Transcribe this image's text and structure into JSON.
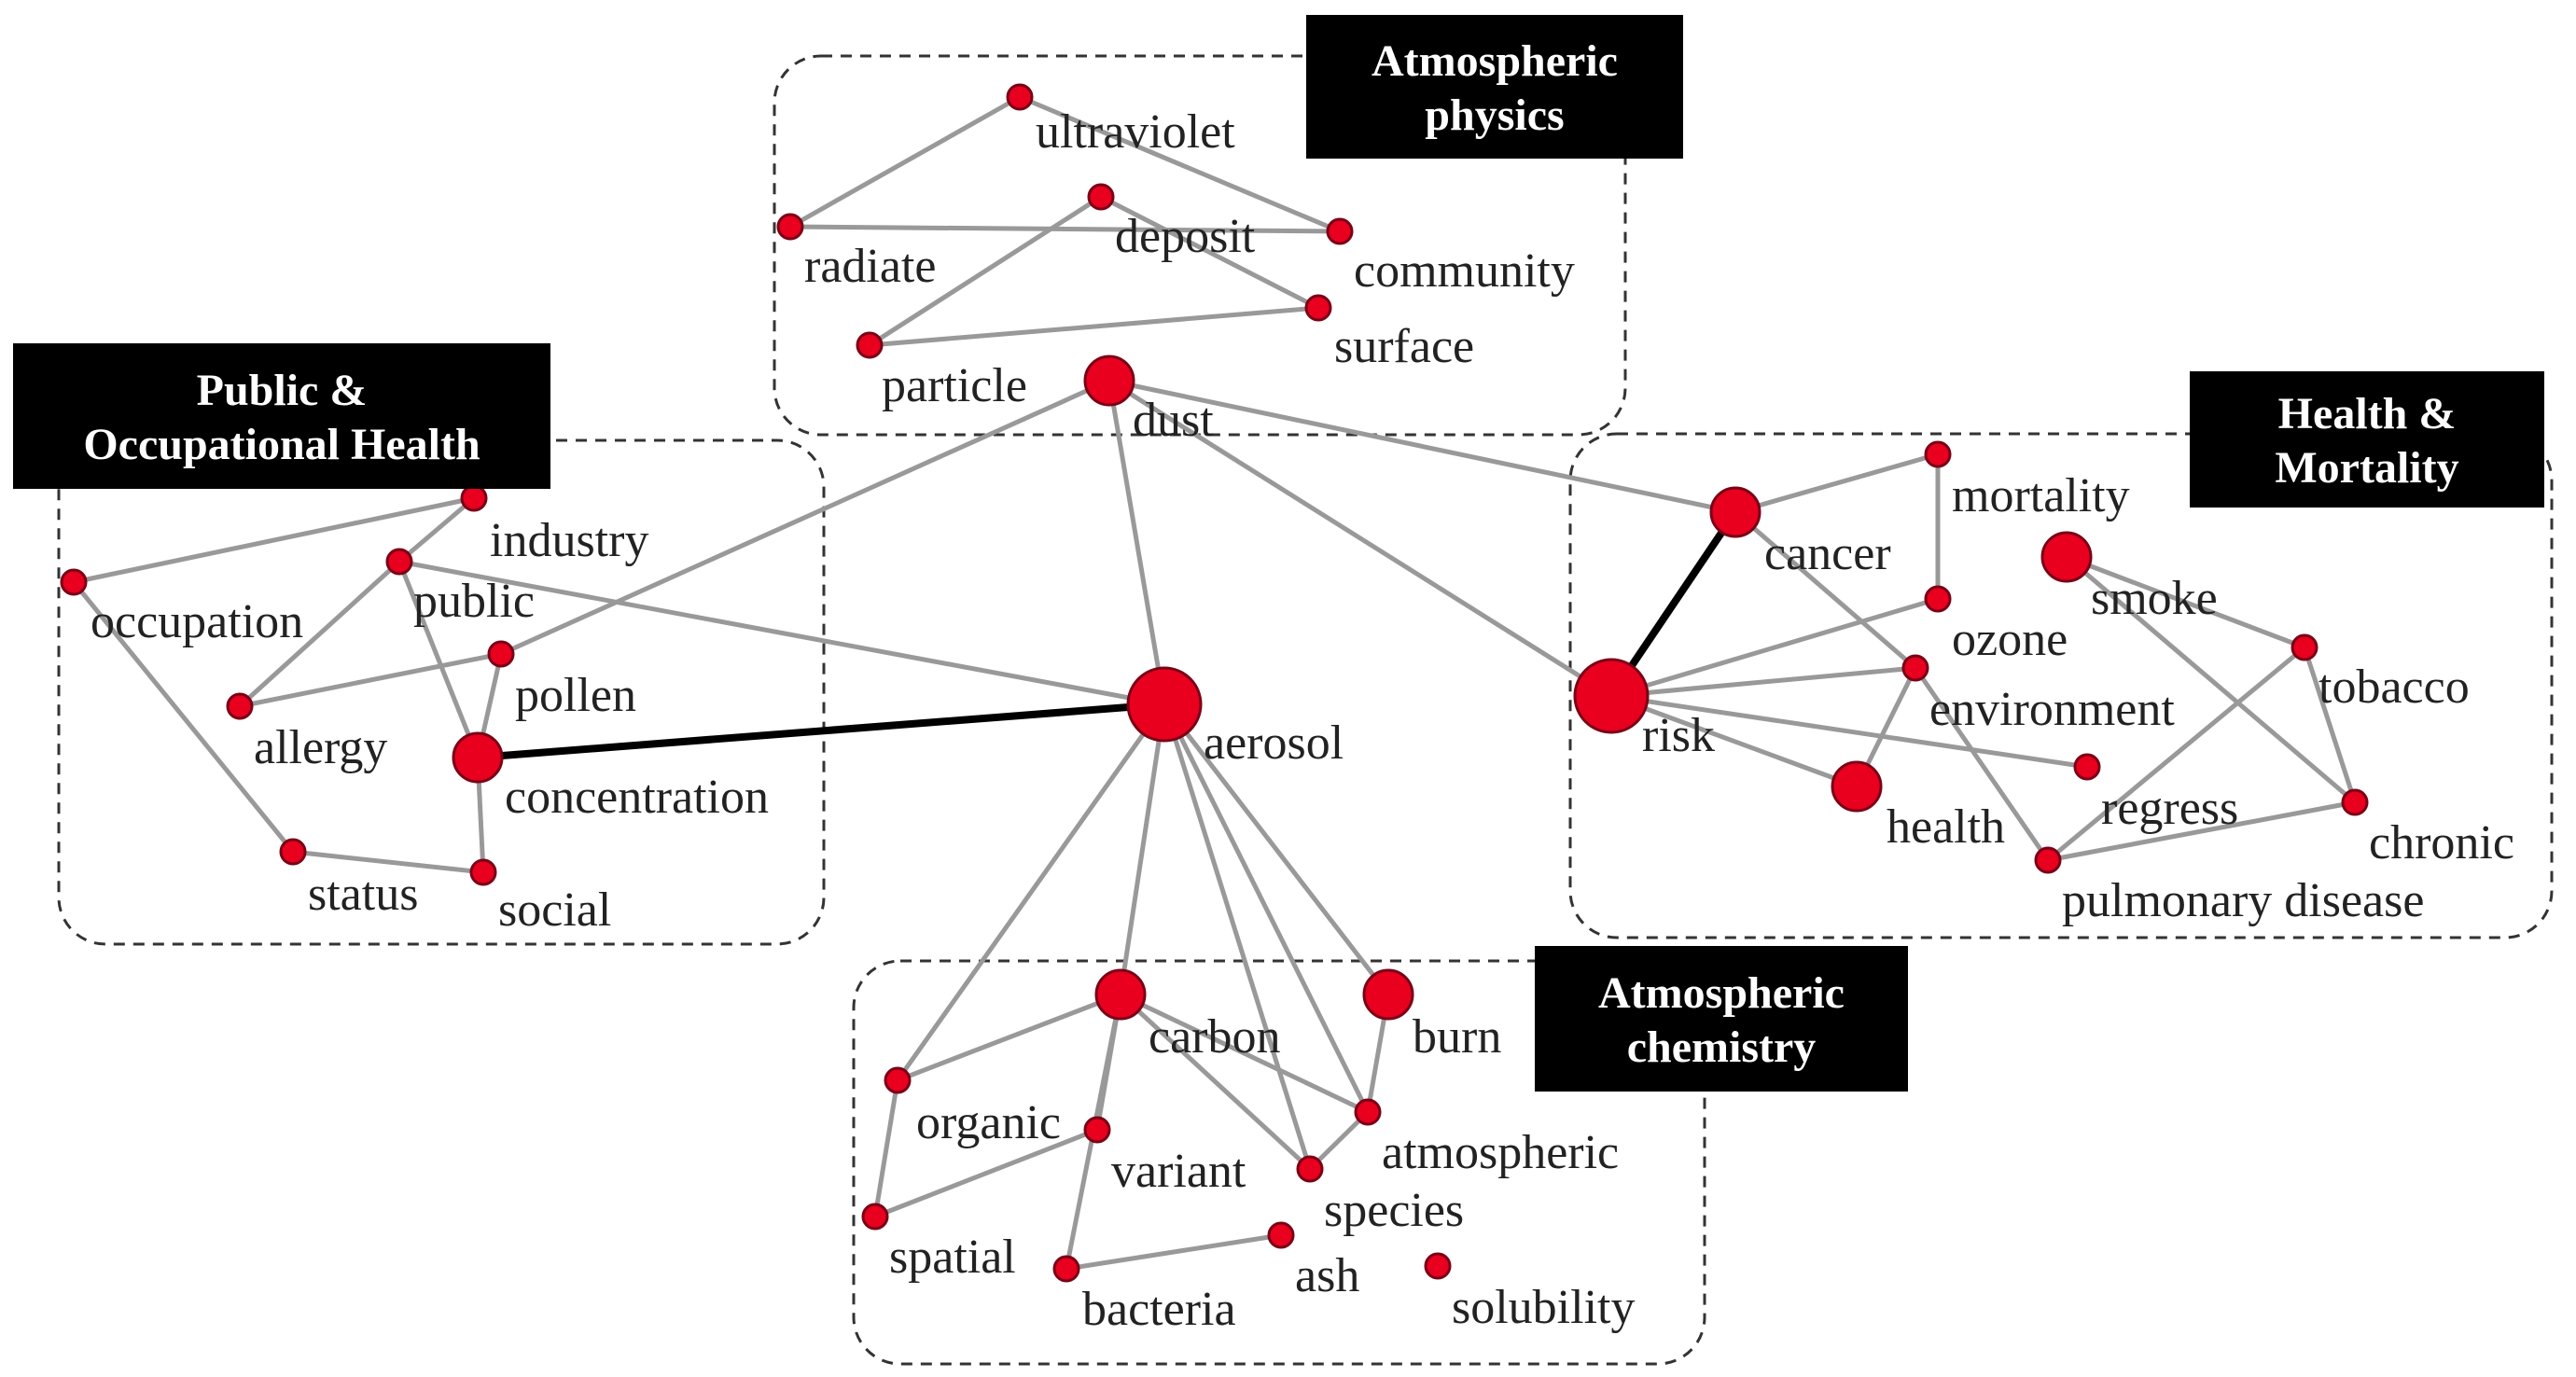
{
  "colors": {
    "node_fill": "#e8001e",
    "node_stroke": "#7a0016",
    "edge": "#999999",
    "strong_edge": "#000000",
    "label_box": "#000000",
    "label_text": "#ffffff",
    "cluster_border": "#333333"
  },
  "clusters": [
    {
      "id": "atmospheric-physics",
      "lines": [
        "Atmospheric",
        "physics"
      ]
    },
    {
      "id": "public-occupational-health",
      "lines": [
        "Public &",
        "Occupational  Health"
      ]
    },
    {
      "id": "health-mortality",
      "lines": [
        "Health &",
        "Mortality"
      ]
    },
    {
      "id": "atmospheric-chemistry",
      "lines": [
        "Atmospheric",
        "chemistry"
      ]
    }
  ],
  "nodes": [
    {
      "id": "ultraviolet",
      "label": "ultraviolet",
      "size": "small"
    },
    {
      "id": "radiate",
      "label": "radiate",
      "size": "small"
    },
    {
      "id": "deposit",
      "label": "deposit",
      "size": "small"
    },
    {
      "id": "community",
      "label": "community",
      "size": "small"
    },
    {
      "id": "surface",
      "label": "surface",
      "size": "small"
    },
    {
      "id": "particle",
      "label": "particle",
      "size": "small"
    },
    {
      "id": "dust",
      "label": "dust",
      "size": "medium"
    },
    {
      "id": "industry",
      "label": "industry",
      "size": "small"
    },
    {
      "id": "occupation",
      "label": "occupation",
      "size": "small"
    },
    {
      "id": "public",
      "label": "public",
      "size": "small"
    },
    {
      "id": "pollen",
      "label": "pollen",
      "size": "small"
    },
    {
      "id": "allergy",
      "label": "allergy",
      "size": "small"
    },
    {
      "id": "concentration",
      "label": "concentration",
      "size": "medium"
    },
    {
      "id": "status",
      "label": "status",
      "size": "small"
    },
    {
      "id": "social",
      "label": "social",
      "size": "small"
    },
    {
      "id": "aerosol",
      "label": "aerosol",
      "size": "large"
    },
    {
      "id": "cancer",
      "label": "cancer",
      "size": "medium"
    },
    {
      "id": "mortality",
      "label": "mortality",
      "size": "small"
    },
    {
      "id": "ozone",
      "label": "ozone",
      "size": "small"
    },
    {
      "id": "smoke",
      "label": "smoke",
      "size": "medium"
    },
    {
      "id": "tobacco",
      "label": "tobacco",
      "size": "small"
    },
    {
      "id": "risk",
      "label": "risk",
      "size": "large"
    },
    {
      "id": "environment",
      "label": "environment",
      "size": "small"
    },
    {
      "id": "health",
      "label": "health",
      "size": "medium"
    },
    {
      "id": "regress",
      "label": "regress",
      "size": "small"
    },
    {
      "id": "chronic",
      "label": "chronic",
      "size": "small"
    },
    {
      "id": "pulmonary-disease",
      "label": "pulmonary disease",
      "size": "small"
    },
    {
      "id": "carbon",
      "label": "carbon",
      "size": "medium"
    },
    {
      "id": "burn",
      "label": "burn",
      "size": "medium"
    },
    {
      "id": "organic",
      "label": "organic",
      "size": "small"
    },
    {
      "id": "atmospheric",
      "label": "atmospheric",
      "size": "small"
    },
    {
      "id": "variant",
      "label": "variant",
      "size": "small"
    },
    {
      "id": "species",
      "label": "species",
      "size": "small"
    },
    {
      "id": "spatial",
      "label": "spatial",
      "size": "small"
    },
    {
      "id": "ash",
      "label": "ash",
      "size": "small"
    },
    {
      "id": "solubility",
      "label": "solubility",
      "size": "small"
    },
    {
      "id": "bacteria",
      "label": "bacteria",
      "size": "small"
    }
  ],
  "edges": [
    [
      "ultraviolet",
      "radiate",
      "normal"
    ],
    [
      "radiate",
      "community",
      "normal"
    ],
    [
      "ultraviolet",
      "community",
      "normal"
    ],
    [
      "deposit",
      "particle",
      "normal"
    ],
    [
      "deposit",
      "surface",
      "normal"
    ],
    [
      "particle",
      "surface",
      "normal"
    ],
    [
      "dust",
      "aerosol",
      "normal"
    ],
    [
      "dust",
      "pollen",
      "normal"
    ],
    [
      "dust",
      "cancer",
      "normal"
    ],
    [
      "dust",
      "risk",
      "normal"
    ],
    [
      "occupation",
      "industry",
      "normal"
    ],
    [
      "occupation",
      "status",
      "normal"
    ],
    [
      "industry",
      "public",
      "normal"
    ],
    [
      "public",
      "concentration",
      "normal"
    ],
    [
      "public",
      "aerosol",
      "normal"
    ],
    [
      "public",
      "allergy",
      "normal"
    ],
    [
      "pollen",
      "allergy",
      "normal"
    ],
    [
      "pollen",
      "concentration",
      "normal"
    ],
    [
      "concentration",
      "social",
      "normal"
    ],
    [
      "status",
      "social",
      "normal"
    ],
    [
      "concentration",
      "aerosol",
      "strong"
    ],
    [
      "aerosol",
      "organic",
      "normal"
    ],
    [
      "aerosol",
      "carbon",
      "normal"
    ],
    [
      "aerosol",
      "burn",
      "normal"
    ],
    [
      "aerosol",
      "atmospheric",
      "normal"
    ],
    [
      "aerosol",
      "species",
      "normal"
    ],
    [
      "carbon",
      "organic",
      "normal"
    ],
    [
      "carbon",
      "bacteria",
      "normal"
    ],
    [
      "carbon",
      "species",
      "normal"
    ],
    [
      "carbon",
      "variant",
      "normal"
    ],
    [
      "carbon",
      "atmospheric",
      "normal"
    ],
    [
      "burn",
      "atmospheric",
      "normal"
    ],
    [
      "organic",
      "spatial",
      "normal"
    ],
    [
      "spatial",
      "variant",
      "normal"
    ],
    [
      "atmospheric",
      "species",
      "normal"
    ],
    [
      "bacteria",
      "ash",
      "normal"
    ],
    [
      "cancer",
      "risk",
      "strong"
    ],
    [
      "cancer",
      "environment",
      "normal"
    ],
    [
      "mortality",
      "ozone",
      "normal"
    ],
    [
      "mortality",
      "cancer",
      "normal"
    ],
    [
      "ozone",
      "risk",
      "normal"
    ],
    [
      "risk",
      "health",
      "normal"
    ],
    [
      "risk",
      "environment",
      "normal"
    ],
    [
      "risk",
      "regress",
      "normal"
    ],
    [
      "environment",
      "health",
      "normal"
    ],
    [
      "environment",
      "pulmonary-disease",
      "normal"
    ],
    [
      "smoke",
      "tobacco",
      "normal"
    ],
    [
      "smoke",
      "chronic",
      "normal"
    ],
    [
      "tobacco",
      "chronic",
      "normal"
    ],
    [
      "tobacco",
      "pulmonary-disease",
      "normal"
    ],
    [
      "chronic",
      "pulmonary-disease",
      "normal"
    ]
  ]
}
